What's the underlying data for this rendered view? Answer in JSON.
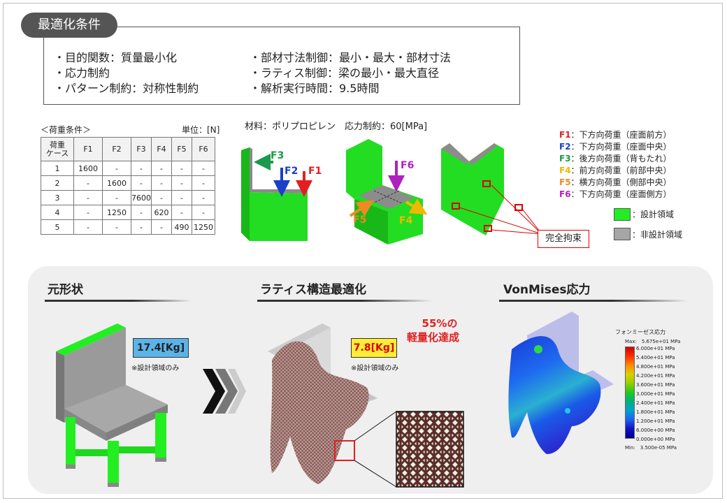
{
  "section_tab": "最適化条件",
  "conditions": {
    "left": [
      "・目的関数：質量最小化",
      "・応力制約",
      "・パターン制約：対称性制約"
    ],
    "right": [
      "・部材寸法制御：最小・最大・部材寸法",
      "・ラティス制御：梁の最小・最大直径",
      "・解析実行時間：9.5時間"
    ]
  },
  "load_table": {
    "caption": "＜荷重条件＞",
    "unit": "単位：[N]",
    "headers": [
      "荷重\nケース",
      "F1",
      "F2",
      "F3",
      "F4",
      "F5",
      "F6"
    ],
    "rows": [
      [
        "1",
        "1600",
        "-",
        "-",
        "-",
        "-",
        "-"
      ],
      [
        "2",
        "-",
        "1600",
        "-",
        "-",
        "-",
        "-"
      ],
      [
        "3",
        "-",
        "-",
        "7600",
        "-",
        "-",
        "-"
      ],
      [
        "4",
        "-",
        "1250",
        "-",
        "620",
        "-",
        "-"
      ],
      [
        "5",
        "-",
        "-",
        "-",
        "-",
        "490",
        "1250"
      ]
    ]
  },
  "material_label": "材料：ポリプロピレン　応力制約：60[MPa]",
  "force_labels": {
    "f1": "F1",
    "f2": "F2",
    "f3": "F3",
    "f4": "F4",
    "f5": "F5",
    "f6": "F6"
  },
  "fixed_label": "完全拘束",
  "force_legend": [
    {
      "key": "F1",
      "text": "：下方向荷重（座面前方）",
      "color": "#e02020"
    },
    {
      "key": "F2",
      "text": "：下方向荷重（座面中央）",
      "color": "#1a3fc8"
    },
    {
      "key": "F3",
      "text": "：後方向荷重（背もたれ）",
      "color": "#1a9a4a"
    },
    {
      "key": "F4",
      "text": "：前方向荷重（前部中央）",
      "color": "#f0b800"
    },
    {
      "key": "F5",
      "text": "：横方向荷重（側部中央）",
      "color": "#f08a20"
    },
    {
      "key": "F6",
      "text": "：下方向荷重（座面側方）",
      "color": "#b020c0"
    }
  ],
  "region_legend": {
    "design": "：設計領域",
    "non_design": "：非設計領域"
  },
  "bottom": {
    "original_title": "元形状",
    "lattice_title": "ラティス構造最適化",
    "stress_title": "VonMises応力",
    "original_weight": "17.4[Kg]",
    "optimized_weight": "7.8[Kg]",
    "note": "※設計領域のみ",
    "reduction_line1": "55%の",
    "reduction_line2": "軽量化達成"
  },
  "colorbar": {
    "title": "フォンミーゼス応力",
    "max_label": "Max:　5.675e+01 MPa",
    "min_label": "Min:　3.500e-05 MPa",
    "ticks": [
      "6.000e+01 MPa",
      "5.400e+01 MPa",
      "4.800e+01 MPa",
      "4.200e+01 MPa",
      "3.600e+01 MPa",
      "3.000e+01 MPa",
      "2.400e+01 MPa",
      "1.800e+01 MPa",
      "1.200e+01 MPa",
      "6.000e+00 MPa",
      "0.000e+00 MPa"
    ]
  },
  "colors": {
    "design": "#22ee22",
    "non_design": "#a6a6a6",
    "accent_red": "#e02020",
    "tag_blue": "#5ab4ea",
    "tag_yellow": "#ffee33"
  }
}
